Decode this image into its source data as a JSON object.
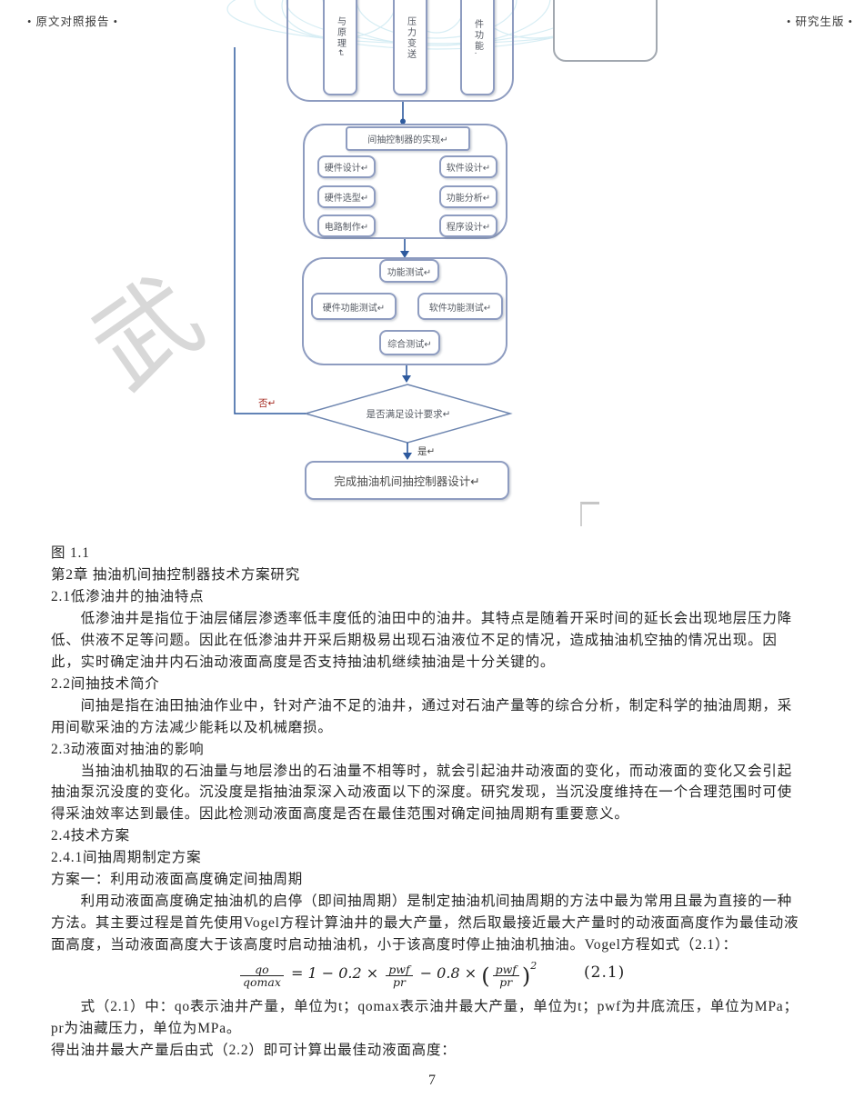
{
  "header": {
    "left": "• 原文对照报告 •",
    "right": "• 研究生版 •"
  },
  "flowchart": {
    "top_partial_boxes": [
      "与原理↵",
      "压力变送",
      "件功能."
    ],
    "implementation": {
      "title": "间抽控制器的实现↵",
      "left_steps": [
        "硬件设计↵",
        "硬件选型↵",
        "电路制作↵"
      ],
      "right_steps": [
        "软件设计↵",
        "功能分析↵",
        "程序设计↵"
      ]
    },
    "testing": {
      "title": "功能测试↵",
      "left": "硬件功能测试↵",
      "right": "软件功能测试↵",
      "bottom": "综合测试↵"
    },
    "decision": {
      "label": "是否满足设计要求↵",
      "no_label": "否↵",
      "yes_label": "是↵"
    },
    "final_step": "完成抽油机间抽控制器设计↵",
    "watermark_char": "武",
    "colors": {
      "box_border": "#8e9cc0",
      "connector_blue": "#2e5a9e",
      "diamond_border": "#6e86b0",
      "no_label_red": "#a62b22",
      "watermark_gray": "#d8d8d8"
    }
  },
  "document": {
    "figure_caption": "图 1.1",
    "lines_a": [
      "图 1.1",
      "第2章 抽油机间抽控制器技术方案研究",
      "2.1低渗油井的抽油特点",
      "　　低渗油井是指位于油层储层渗透率低丰度低的油田中的油井。其特点是随着开采时间的延长会出现地层压力降",
      "低、供液不足等问题。因此在低渗油井开采后期极易出现石油液位不足的情况，造成抽油机空抽的情况出现。因",
      "此，实时确定油井内石油动液面高度是否支持抽油机继续抽油是十分关键的。",
      "2.2间抽技术简介",
      "　　间抽是指在油田抽油作业中，针对产油不足的油井，通过对石油产量等的综合分析，制定科学的抽油周期，采",
      "用间歇采油的方法减少能耗以及机械磨损。",
      "2.3动液面对抽油的影响",
      "　　当抽油机抽取的石油量与地层渗出的石油量不相等时，就会引起油井动液面的变化，而动液面的变化又会引起",
      "抽油泵沉没度的变化。沉没度是指抽油泵深入动液面以下的深度。研究发现，当沉没度维持在一个合理范围时可使",
      "得采油效率达到最佳。因此检测动液面高度是否在最佳范围对确定间抽周期有重要意义。",
      "2.4技术方案",
      "2.4.1间抽周期制定方案",
      "方案一：利用动液面高度确定间抽周期",
      "　　利用动液面高度确定抽油机的启停（即间抽周期）是制定抽油机间抽周期的方法中最为常用且最为直接的一种",
      "方法。其主要过程是首先使用Vogel方程计算油井的最大产量，然后取最接近最大产量时的动液面高度作为最佳动液",
      "面高度，当动液面高度大于该高度时启动抽油机，小于该高度时停止抽油机抽油。Vogel方程如式（2.1）："
    ],
    "formula": {
      "lhs_num": "qo",
      "lhs_den": "qomax",
      "eq": "= 1 − 0.2 ×",
      "f1_num": "pwf",
      "f1_den": "pr",
      "minus": "− 0.8 ×",
      "f2_num": "pwf",
      "f2_den": "pr",
      "exponent": "2",
      "eq_number": "(2.1)"
    },
    "lines_b": [
      "　　式（2.1）中：qo表示油井产量，单位为t；qomax表示油井最大产量，单位为t；pwf为井底流压，单位为MPa；",
      "pr为油藏压力，单位为MPa。",
      "得出油井最大产量后由式（2.2）即可计算出最佳动液面高度："
    ],
    "page_number": "7"
  }
}
